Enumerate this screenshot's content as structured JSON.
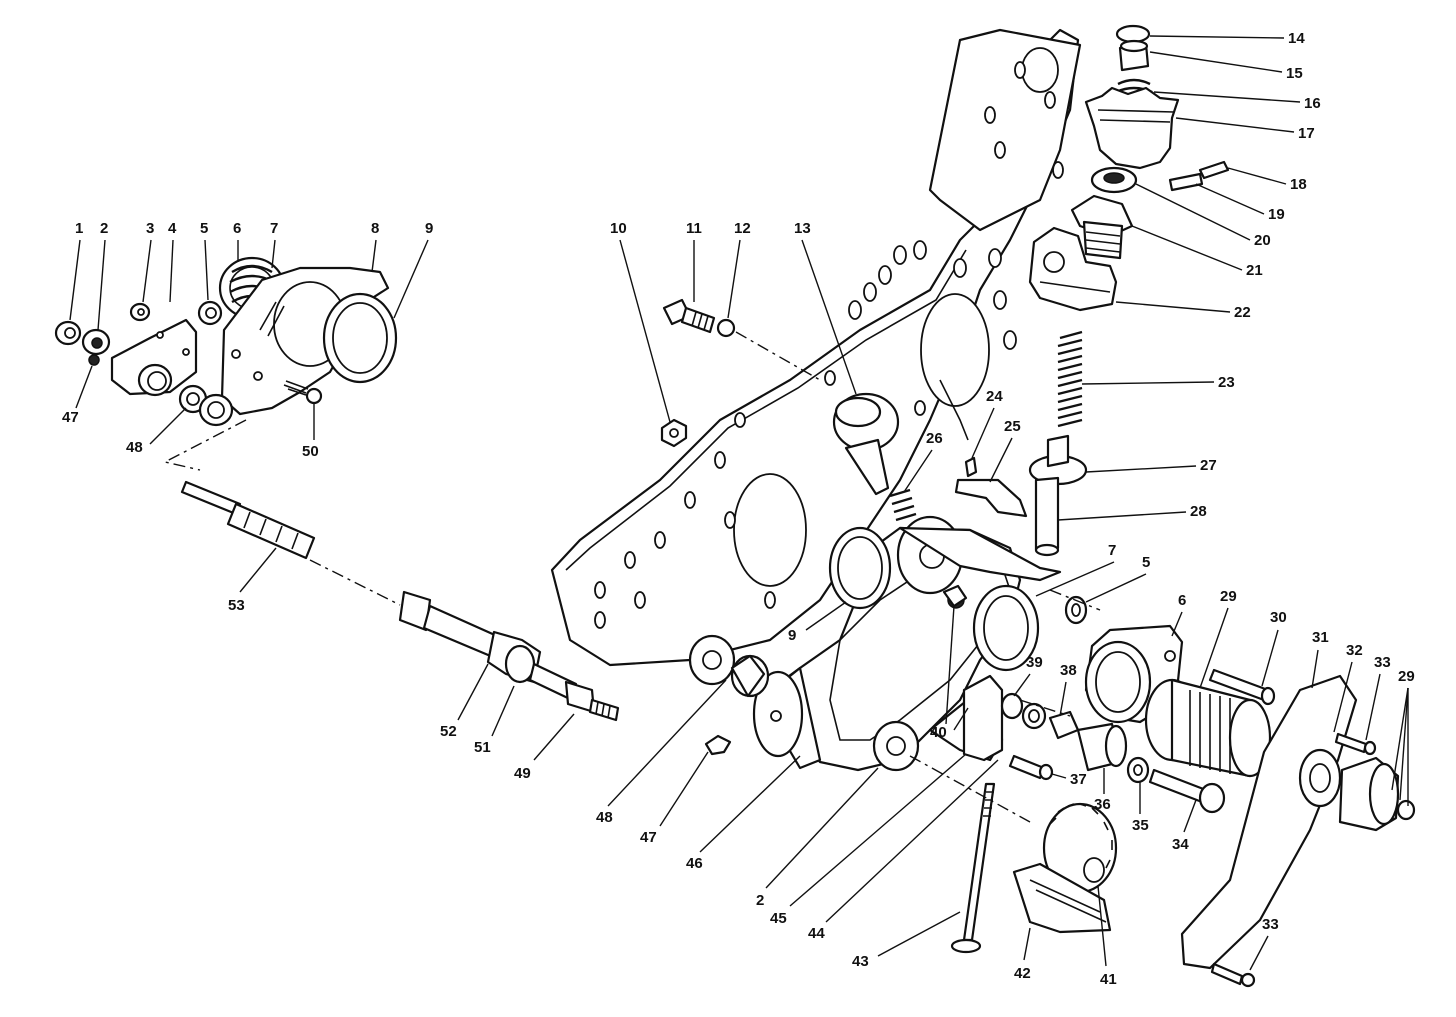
{
  "diagram": {
    "callouts": [
      "1",
      "2",
      "3",
      "4",
      "5",
      "6",
      "7",
      "8",
      "9",
      "10",
      "11",
      "12",
      "13",
      "14",
      "15",
      "16",
      "17",
      "18",
      "19",
      "20",
      "21",
      "22",
      "23",
      "24",
      "25",
      "26",
      "27",
      "28",
      "29",
      "30",
      "31",
      "32",
      "33",
      "34",
      "35",
      "36",
      "37",
      "38",
      "39",
      "40",
      "41",
      "42",
      "43",
      "44",
      "45",
      "46",
      "47",
      "48",
      "49",
      "50",
      "51",
      "52",
      "53"
    ],
    "extra_callouts": {
      "left_2": "2",
      "left_5": "5",
      "left_6": "6",
      "left_7": "7",
      "left_9": "9",
      "left_47": "47",
      "left_48": "48",
      "lower_33": "33"
    }
  }
}
